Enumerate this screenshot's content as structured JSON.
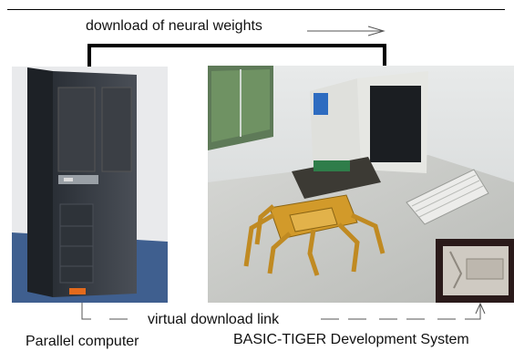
{
  "top_label": "download of neural weights",
  "bottom_label": "virtual download link",
  "left_caption": "Parallel computer",
  "right_caption": "BASIC-TIGER Development System",
  "icons": {
    "left_photo": "parallel-computer-rack",
    "right_photo": "hexapod-robot-workstation",
    "inset_photo": "basic-tiger-module"
  },
  "colors": {
    "link_line": "#000000",
    "arrow": "#555555",
    "floor": "#3f5f8f",
    "robot": "#d29a2a"
  }
}
